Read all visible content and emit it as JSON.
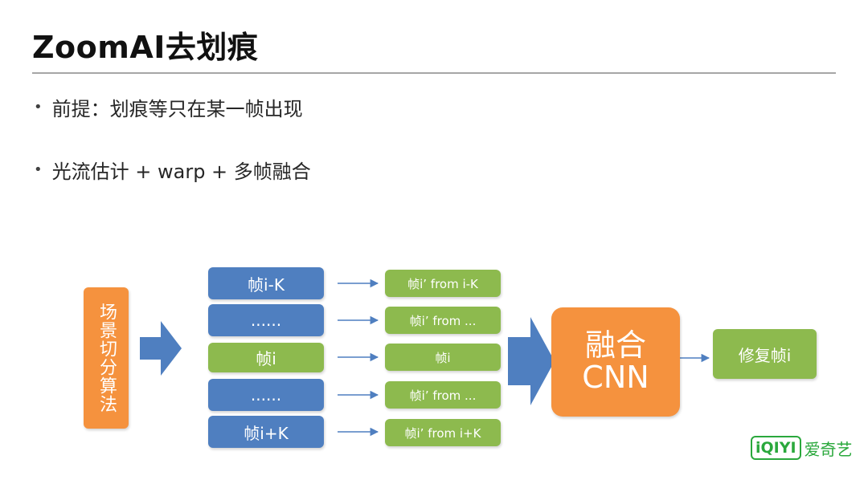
{
  "slide": {
    "title": "ZoomAI去划痕",
    "bullets": [
      "前提：划痕等只在某一帧出现",
      "光流估计 + warp + 多帧融合"
    ]
  },
  "diagram": {
    "scene_detection": "场景切分算法",
    "frames": [
      "帧i-K",
      "......",
      "帧i",
      "......",
      "帧i+K"
    ],
    "warped": [
      "帧i’  from i-K",
      "帧i’  from ...",
      "帧i",
      "帧i’  from ...",
      "帧i’  from i+K"
    ],
    "fusion_line1": "融合",
    "fusion_line2": "CNN",
    "output": "修复帧i"
  },
  "logo": {
    "mark": "iQIYI",
    "text": "爱奇艺"
  },
  "colors": {
    "blue": "#4f7fc0",
    "green": "#8dba4e",
    "orange": "#f5923e",
    "arrow_blue": "#4f7fc0",
    "logo_green": "#2aa83c"
  }
}
